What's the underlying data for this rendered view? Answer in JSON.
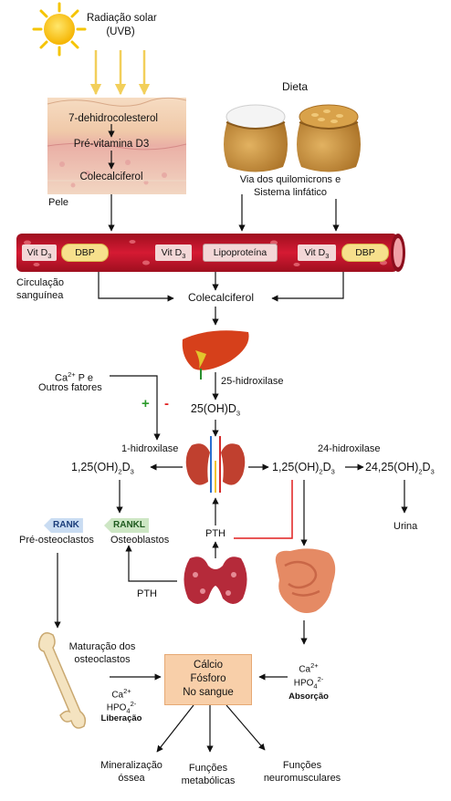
{
  "sun": {
    "label1": "Radiação solar",
    "label2": "(UVB)"
  },
  "skin": {
    "l1": "7-dehidrocolesterol",
    "l2": "Pré-vitamina D3",
    "l3": "Colecalciferol",
    "pele": "Pele"
  },
  "diet": {
    "title": "Dieta",
    "route1": "Via dos quilomicrons e",
    "route2": "Sistema linfático"
  },
  "blood": {
    "vit": "Vit D",
    "sub3": "3",
    "dbp": "DBP",
    "lipo": "Lipoproteína",
    "circ1": "Circulação",
    "circ2": "sanguínea"
  },
  "main": {
    "colec": "Colecalciferol",
    "hydrox25": "25-hidroxilase",
    "ohd3_25": "25(OH)D",
    "sub3": "3",
    "plus": "+",
    "minus": "-",
    "ca2": "Ca",
    "ca_sup": "2+",
    "pe": " P e",
    "outros": "Outros fatores",
    "hydrox1": "1-hidroxilase",
    "hydrox24": "24-hidroxilase",
    "d125": "1,25(OH)",
    "d125_sub2": "2",
    "d125_d": "D",
    "d125_sub3": "3",
    "d2425": "24,25(OH)",
    "urina": "Urina",
    "pth": "PTH"
  },
  "bone": {
    "rank": "RANK",
    "rankl": "RANKL",
    "preosteo": "Pré-osteoclastos",
    "osteob": "Osteoblastos",
    "pth": "PTH",
    "mat1": "Maturação dos",
    "mat2": "osteoclastos",
    "ca": "Ca",
    "ca_sup": "2+",
    "hpo": "HPO",
    "hpo_sub": "4",
    "hpo_sup": "2-",
    "lib": "Liberação"
  },
  "absorb": {
    "ca": "Ca",
    "ca_sup": "2+",
    "hpo": "HPO",
    "hpo_sub": "4",
    "hpo_sup": "2-",
    "abs": "Absorção"
  },
  "blood_box": {
    "l1": "Cálcio",
    "l2": "Fósforo",
    "l3": "No sangue"
  },
  "outcomes": {
    "o1a": "Mineralização",
    "o1b": "óssea",
    "o2a": "Funções",
    "o2b": "metabólicas",
    "o3a": "Funções",
    "o3b": "neuromusculares"
  },
  "colors": {
    "sun": "#f5c400",
    "ray": "#f2cf5a",
    "vessel": "#c9132c",
    "skin": "#f2d3b4",
    "pth_line": "#e01f1f",
    "plus": "#2a9a2a",
    "minus": "#e01f1f"
  }
}
